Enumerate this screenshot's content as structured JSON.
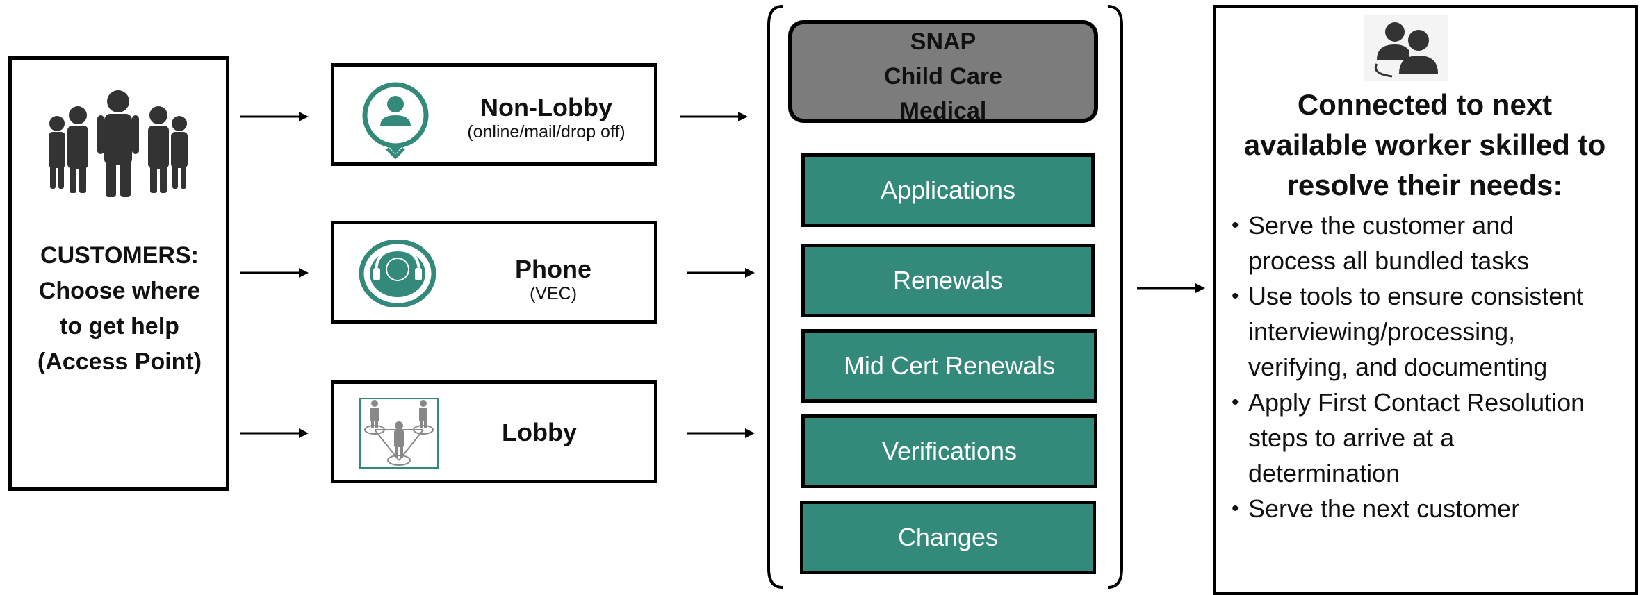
{
  "customers": {
    "lines": [
      "CUSTOMERS:",
      "Choose where",
      "to get help",
      "(Access Point)"
    ]
  },
  "channels": [
    {
      "title": "Non-Lobby",
      "subtitle": "(online/mail/drop off)",
      "icon": "location-person-icon"
    },
    {
      "title": "Phone",
      "subtitle": "(VEC)",
      "icon": "headset-agent-icon"
    },
    {
      "title": "Lobby",
      "subtitle": "",
      "icon": "people-network-icon"
    }
  ],
  "programs": [
    "SNAP",
    "Child Care",
    "Medical"
  ],
  "tasks": [
    "Applications",
    "Renewals",
    "Mid Cert Renewals",
    "Verifications",
    "Changes"
  ],
  "outcome": {
    "icon": "workers-group-icon",
    "heading_lines": [
      "Connected to next",
      "available worker skilled to",
      "resolve their needs:"
    ],
    "bullets": [
      [
        "Serve the customer and",
        "process all bundled tasks"
      ],
      [
        "Use tools to ensure consistent",
        "interviewing/processing,",
        "verifying, and documenting"
      ],
      [
        "Apply First Contact Resolution",
        "steps to arrive at a",
        "determination"
      ],
      [
        "Serve the next customer"
      ]
    ]
  },
  "colors": {
    "teal": "#33897a",
    "gray_box": "#7c7c7c",
    "icon_gray": "#888888",
    "dark_icon": "#333333"
  }
}
